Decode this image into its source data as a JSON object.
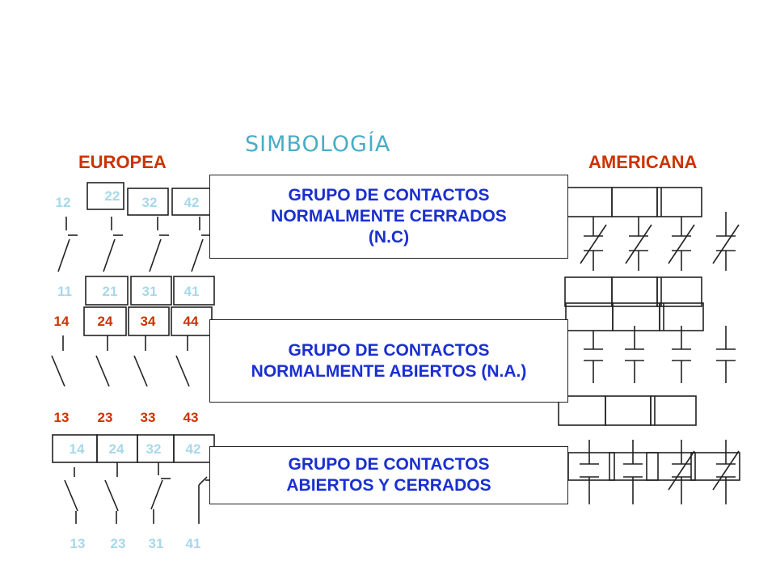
{
  "title": "SIMBOLOGÍA",
  "labels": {
    "europe": "EUROPEA",
    "america": "AMERICANA"
  },
  "groups": {
    "nc": {
      "line1": "GRUPO DE CONTACTOS",
      "line2": "NORMALMENTE CERRADOS",
      "line3": "(N.C)"
    },
    "na": {
      "line1": "GRUPO DE CONTACTOS",
      "line2": "NORMALMENTE ABIERTOS (N.A.)"
    },
    "mixed": {
      "line1": "GRUPO DE CONTACTOS",
      "line2": "ABIERTOS Y CERRADOS"
    }
  },
  "terminals": {
    "nc_top": [
      "12",
      "22",
      "32",
      "42"
    ],
    "nc_bottom": [
      "11",
      "21",
      "31",
      "41"
    ],
    "na_top": [
      "14",
      "24",
      "34",
      "44"
    ],
    "na_bottom": [
      "13",
      "23",
      "33",
      "43"
    ],
    "mixed_top": [
      "14",
      "24",
      "32",
      "42"
    ],
    "mixed_bottom": [
      "13",
      "23",
      "31",
      "41"
    ]
  },
  "colors": {
    "title": "#4bacc6",
    "label": "#cc3300",
    "group_text": "#1a2fd0",
    "terminal_red": "#cc3300",
    "terminal_light": "#a7d8ea"
  }
}
